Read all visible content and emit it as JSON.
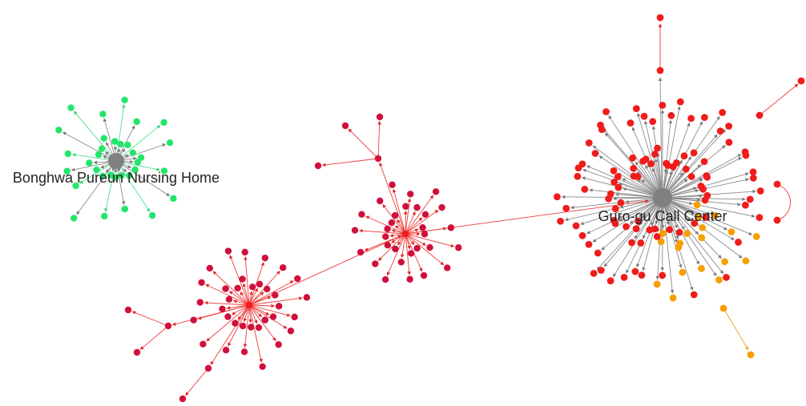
{
  "graph": {
    "colors": {
      "hub": "#808080",
      "edge_gray": "#8a8a8a",
      "edge_red": "#ee3b3b",
      "edge_green": "#4fe28c",
      "edge_orange": "#f0a020",
      "node_red": "#f01c1c",
      "node_crimson": "#d0103c",
      "node_green": "#22e56a",
      "node_orange": "#f5a000",
      "background": "#ffffff"
    },
    "clusters": [
      {
        "id": "bonghwa",
        "label": "Bonghwa Pureun Nursing Home",
        "leaf_count": 33,
        "leaf_color": "green"
      },
      {
        "id": "guro",
        "label": "Guro-gu Call Center",
        "leaf_count": 112,
        "leaf_color": "red",
        "orange_leaf_count": 18
      },
      {
        "id": "chain-a",
        "label": "",
        "leaf_count": 30,
        "leaf_color": "crimson"
      },
      {
        "id": "chain-b",
        "label": "",
        "leaf_count": 34,
        "leaf_color": "crimson"
      }
    ]
  }
}
